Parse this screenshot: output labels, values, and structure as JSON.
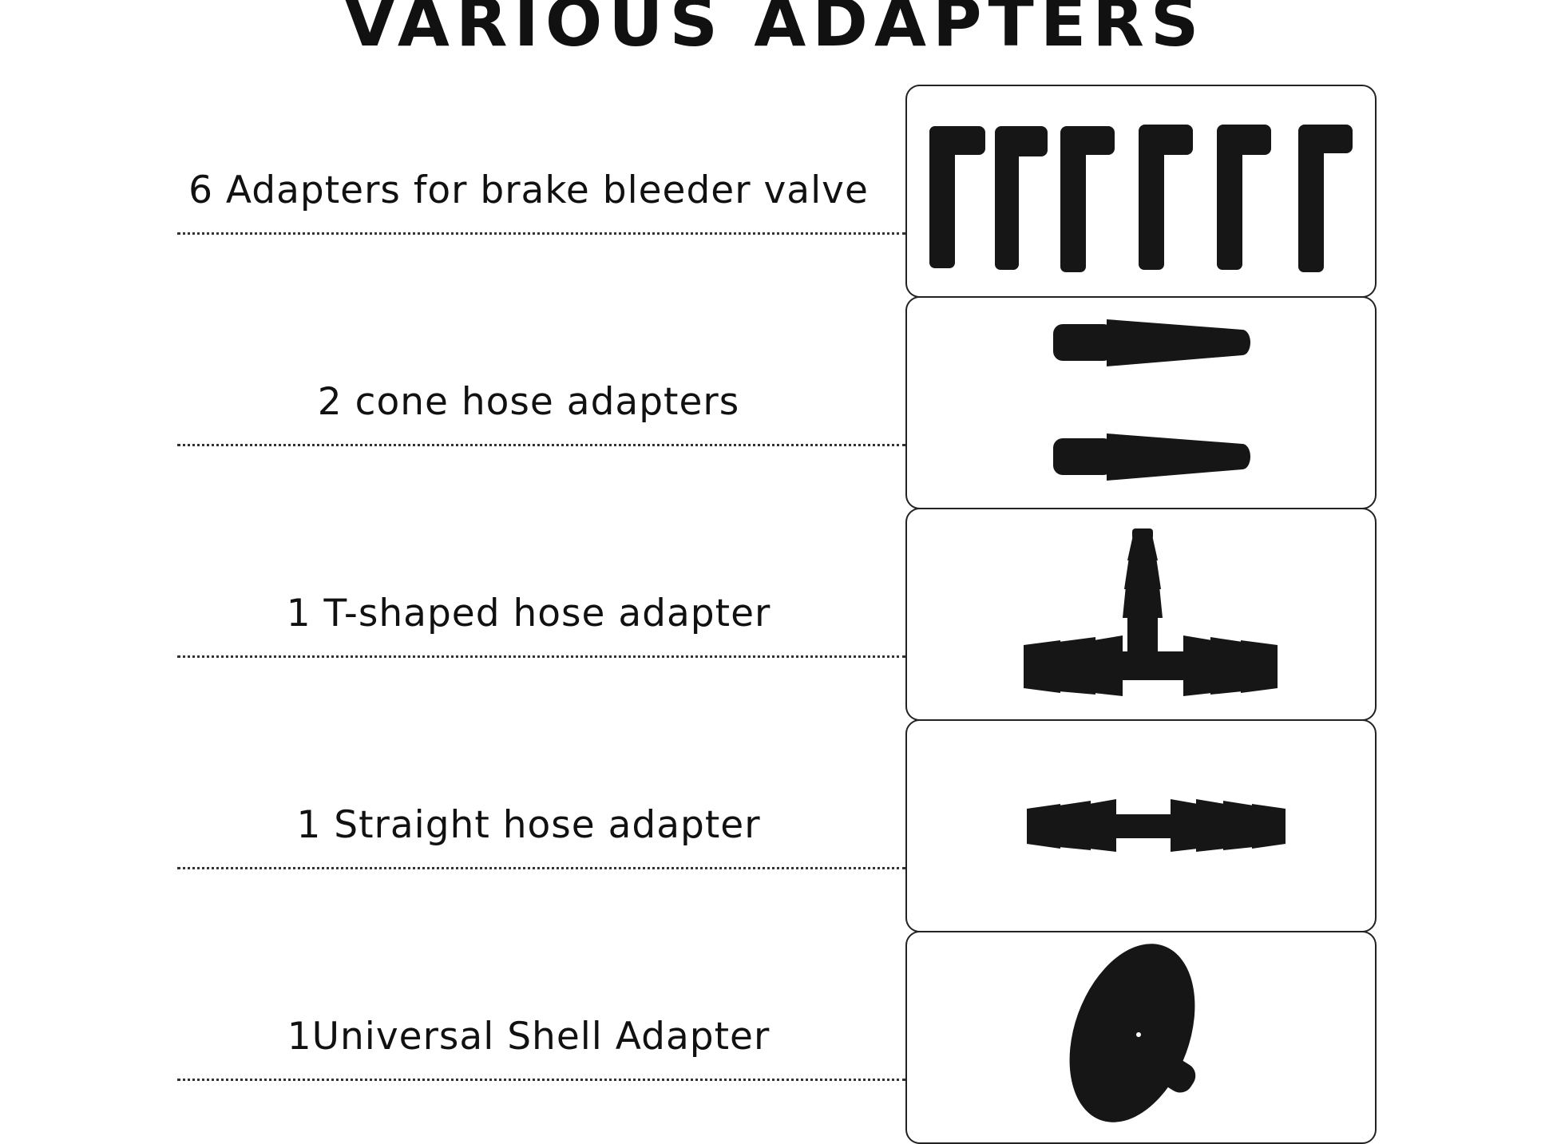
{
  "title": "VARIOUS ADAPTERS",
  "items": [
    {
      "label": "6 Adapters for brake bleeder valve"
    },
    {
      "label": "2 cone hose adapters"
    },
    {
      "label": "1 T-shaped hose adapter"
    },
    {
      "label": "1 Straight hose adapter"
    },
    {
      "label": "1Universal Shell Adapter"
    }
  ],
  "colors": {
    "background": "#ffffff",
    "text": "#111111",
    "part": "#161616",
    "border": "#222222"
  }
}
